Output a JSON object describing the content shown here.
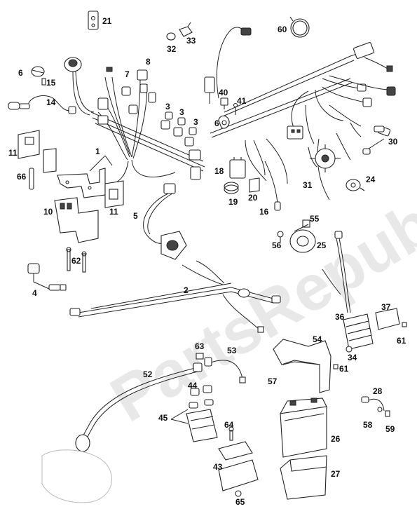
{
  "watermark": "PartsRepublik",
  "labels": [
    "21",
    "60",
    "32",
    "33",
    "8",
    "7",
    "6",
    "15",
    "14",
    "3",
    "3",
    "3",
    "40",
    "41",
    "6",
    "11",
    "1",
    "66",
    "18",
    "19",
    "20",
    "16",
    "30",
    "24",
    "31",
    "10",
    "11",
    "5",
    "55",
    "56",
    "25",
    "62",
    "4",
    "2",
    "36",
    "37",
    "61",
    "34",
    "61",
    "63",
    "53",
    "54",
    "52",
    "57",
    "44",
    "45",
    "64",
    "43",
    "28",
    "58",
    "59",
    "26",
    "27",
    "65"
  ]
}
